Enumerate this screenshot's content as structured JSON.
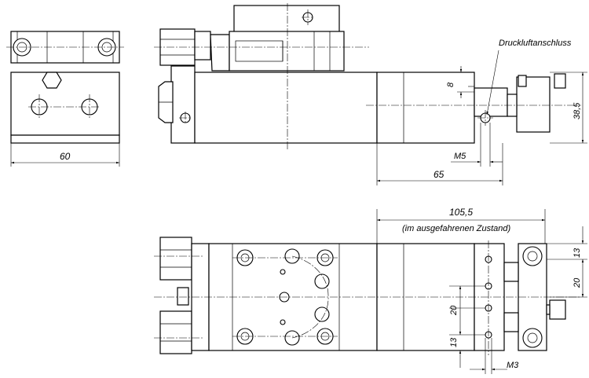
{
  "labels": {
    "port": "Druckluftanschluss",
    "width": "60",
    "d8": "8",
    "height": "38,5",
    "m5": "M5",
    "d65": "65",
    "stroke_len": "105,5",
    "stroke_note": "(im ausgefahrenen Zustand)",
    "d13_right": "13",
    "d20_right": "20",
    "d20_mid": "20",
    "d13_mid": "13",
    "m3": "M3"
  }
}
